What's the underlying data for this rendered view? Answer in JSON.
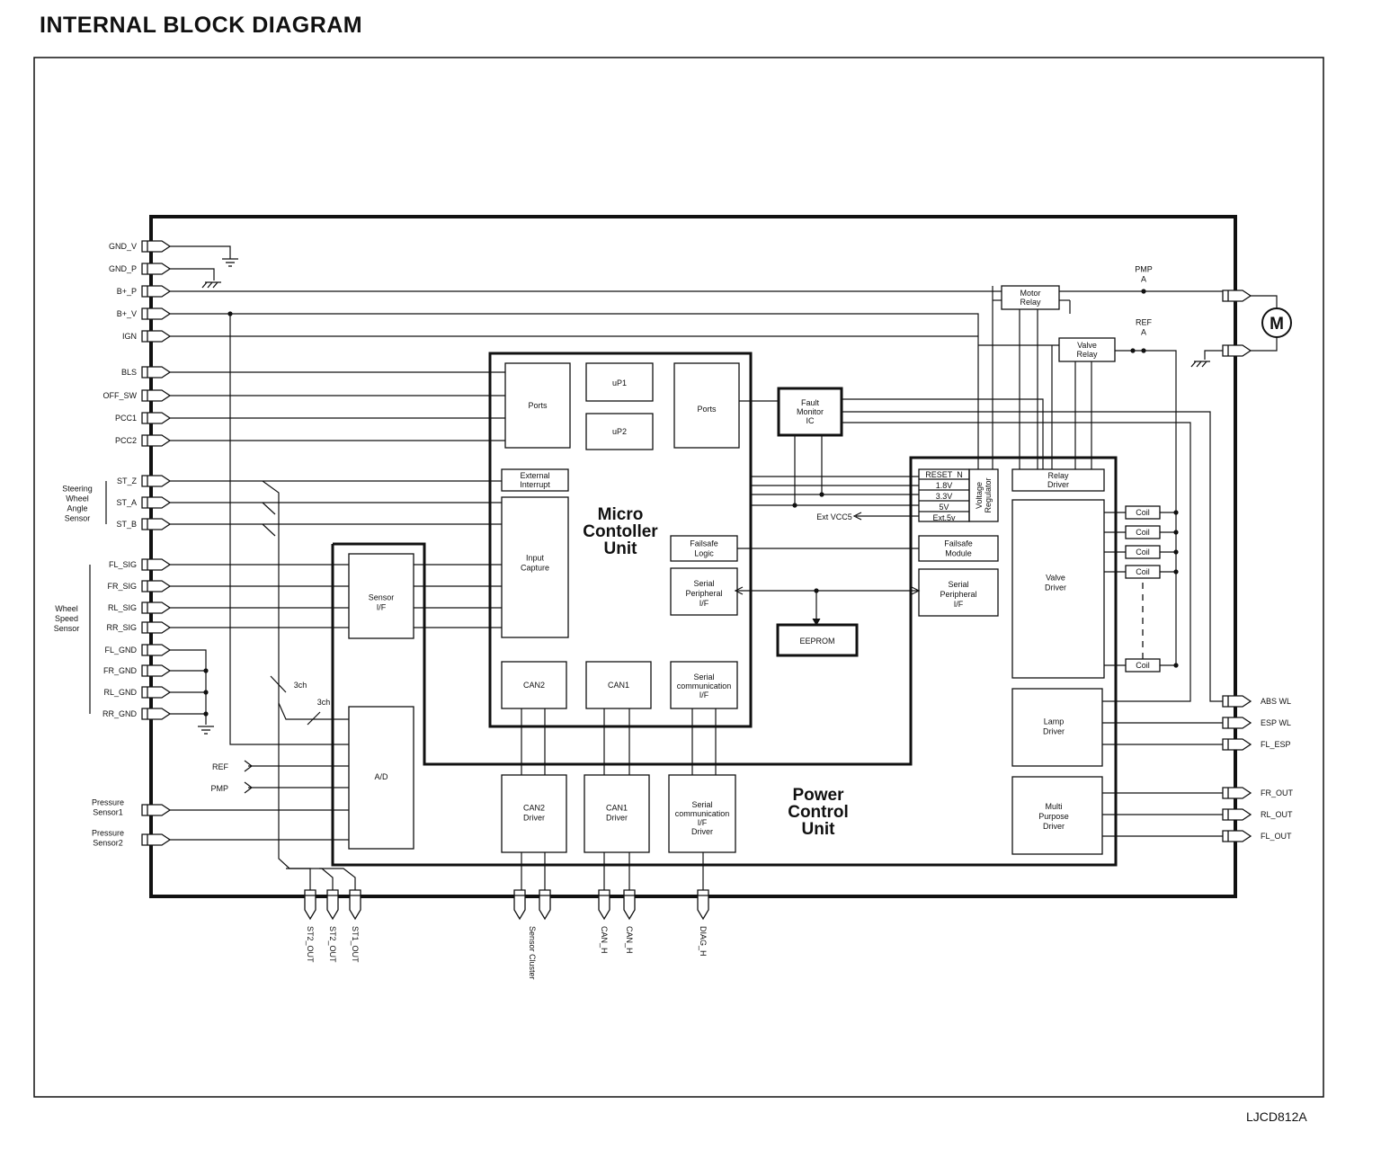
{
  "title": "INTERNAL BLOCK DIAGRAM",
  "footer_code": "LJCD812A",
  "left_pins": [
    "GND_V",
    "GND_P",
    "B+_P",
    "B+_V",
    "IGN",
    "BLS",
    "OFF_SW",
    "PCC1",
    "PCC2",
    "ST_Z",
    "ST_A",
    "ST_B",
    "FL_SIG",
    "FR_SIG",
    "RL_SIG",
    "RR_SIG",
    "FL_GND",
    "FR_GND",
    "RL_GND",
    "RR_GND"
  ],
  "left_groups": {
    "steering": [
      "Steering",
      "Wheel",
      "Angle",
      "Sensor"
    ],
    "wheel": [
      "Wheel",
      "Speed",
      "Sensor"
    ]
  },
  "pressure_inputs": [
    [
      "Pressure",
      "Sensor1"
    ],
    [
      "Pressure",
      "Sensor2"
    ]
  ],
  "ad_inputs": [
    "REF",
    "PMP"
  ],
  "right_outputs": [
    "ABS WL",
    "ESP WL",
    "FL_ESP",
    "FR_OUT",
    "RL_OUT",
    "FL_OUT"
  ],
  "motor": {
    "symbol": "M",
    "pmp_label": [
      "PMP",
      "A"
    ],
    "ref_label": [
      "REF",
      "A"
    ]
  },
  "bottom_pins": [
    "ST2_OUT",
    "ST2_OUT",
    "ST1_OUT",
    "Sensor Cluster",
    "CAN_H",
    "CAN_H",
    "DIAG_H"
  ],
  "mcu": {
    "title": [
      "Micro",
      "Contoller",
      "Unit"
    ],
    "blocks": {
      "ports_left": "Ports",
      "up1": "uP1",
      "up2": "uP2",
      "ports_right": "Ports",
      "ext_interrupt": [
        "External",
        "Interrupt"
      ],
      "input_capture": [
        "Input",
        "Capture"
      ],
      "failsafe_logic": [
        "Failsafe",
        "Logic"
      ],
      "serial_periph": [
        "Serial",
        "Peripheral",
        "I/F"
      ],
      "can2": "CAN2",
      "can1": "CAN1",
      "serial_comm": [
        "Serial",
        "communication",
        "I/F"
      ]
    }
  },
  "pcu": {
    "title": [
      "Power",
      "Control",
      "Unit"
    ],
    "blocks": {
      "sensor_if": [
        "Sensor",
        "I/F"
      ],
      "ad": "A/D",
      "reset_n": "RESET_N",
      "v18": "1.8V",
      "v33": "3.3V",
      "v5": "5V",
      "ext5v": "Ext.5v",
      "vreg": [
        "Voltage",
        "Regulator"
      ],
      "failsafe_module": [
        "Failsafe",
        "Module"
      ],
      "serial_periph": [
        "Serial",
        "Peripheral",
        "I/F"
      ],
      "relay_driver": [
        "Relay",
        "Driver"
      ],
      "valve_driver": [
        "Valve",
        "Driver"
      ],
      "lamp_driver": [
        "Lamp",
        "Driver"
      ],
      "multi_driver": [
        "Multi",
        "Purpose",
        "Driver"
      ],
      "can2_driver": [
        "CAN2",
        "Driver"
      ],
      "can1_driver": [
        "CAN1",
        "Driver"
      ],
      "serial_comm_driver": [
        "Serial",
        "communication",
        "I/F",
        "Driver"
      ],
      "coil": "Coil"
    }
  },
  "fault_monitor": [
    "Fault",
    "Monitor",
    "IC"
  ],
  "eeprom": "EEPROM",
  "motor_relay": [
    "Motor",
    "Relay"
  ],
  "valve_relay": [
    "Valve",
    "Relay"
  ],
  "ext_vcc5": "Ext VCC5",
  "ch3_a": "3ch",
  "ch3_b": "3ch"
}
